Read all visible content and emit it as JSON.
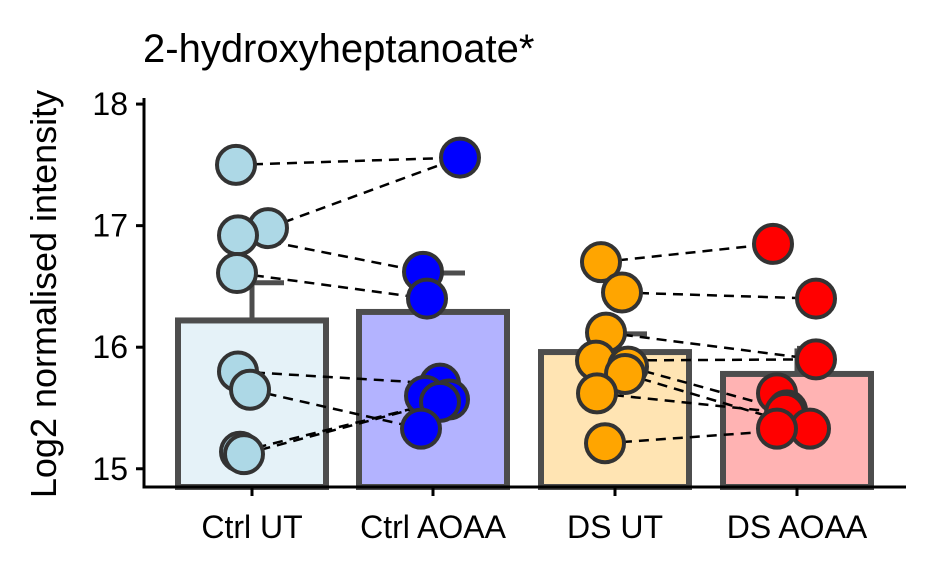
{
  "chart_data": {
    "type": "bar",
    "title": "2-hydroxyheptanoate*",
    "xlabel": "",
    "ylabel": "Log2 normalised intensity",
    "ylim": [
      14.85,
      18.05
    ],
    "yticks": [
      15,
      16,
      17,
      18
    ],
    "categories": [
      "Ctrl UT",
      "Ctrl AOAA",
      "DS UT",
      "DS AOAA"
    ],
    "bar_values": [
      16.22,
      16.29,
      15.96,
      15.78
    ],
    "error_upper": [
      16.53,
      16.61,
      16.11,
      15.99
    ],
    "bar_fill_colors": [
      "#e5f2f8",
      "#b3b3ff",
      "#ffe4b3",
      "#ffb3b3"
    ],
    "point_colors": [
      "#add8e6",
      "#0000ff",
      "#ffa500",
      "#ff0000"
    ],
    "points": [
      [
        17.5,
        16.98,
        16.92,
        16.61,
        15.8,
        15.65,
        15.14,
        15.12
      ],
      [
        17.56,
        16.62,
        16.4,
        15.7,
        15.6,
        15.57,
        15.55,
        15.33
      ],
      [
        16.7,
        16.45,
        16.12,
        15.89,
        15.84,
        15.78,
        15.62,
        15.21
      ],
      [
        16.85,
        16.4,
        15.9,
        15.62,
        15.48,
        15.46,
        15.33,
        15.33
      ]
    ],
    "pairs": [
      {
        "from_group": 0,
        "from": 17.5,
        "to_group": 1,
        "to": 17.56
      },
      {
        "from_group": 0,
        "from": 16.98,
        "to_group": 1,
        "to": 17.56
      },
      {
        "from_group": 0,
        "from": 16.92,
        "to_group": 1,
        "to": 16.62
      },
      {
        "from_group": 0,
        "from": 16.61,
        "to_group": 1,
        "to": 16.4
      },
      {
        "from_group": 0,
        "from": 15.8,
        "to_group": 1,
        "to": 15.7
      },
      {
        "from_group": 0,
        "from": 15.65,
        "to_group": 1,
        "to": 15.33
      },
      {
        "from_group": 0,
        "from": 15.14,
        "to_group": 1,
        "to": 15.57
      },
      {
        "from_group": 0,
        "from": 15.12,
        "to_group": 1,
        "to": 15.55
      },
      {
        "from_group": 2,
        "from": 16.7,
        "to_group": 3,
        "to": 16.85
      },
      {
        "from_group": 2,
        "from": 16.45,
        "to_group": 3,
        "to": 16.4
      },
      {
        "from_group": 2,
        "from": 16.12,
        "to_group": 3,
        "to": 15.9
      },
      {
        "from_group": 2,
        "from": 15.89,
        "to_group": 3,
        "to": 15.9
      },
      {
        "from_group": 2,
        "from": 15.84,
        "to_group": 3,
        "to": 15.48
      },
      {
        "from_group": 2,
        "from": 15.78,
        "to_group": 3,
        "to": 15.33
      },
      {
        "from_group": 2,
        "from": 15.62,
        "to_group": 3,
        "to": 15.46
      },
      {
        "from_group": 2,
        "from": 15.21,
        "to_group": 3,
        "to": 15.33
      }
    ],
    "grid": false,
    "legend": "none"
  }
}
